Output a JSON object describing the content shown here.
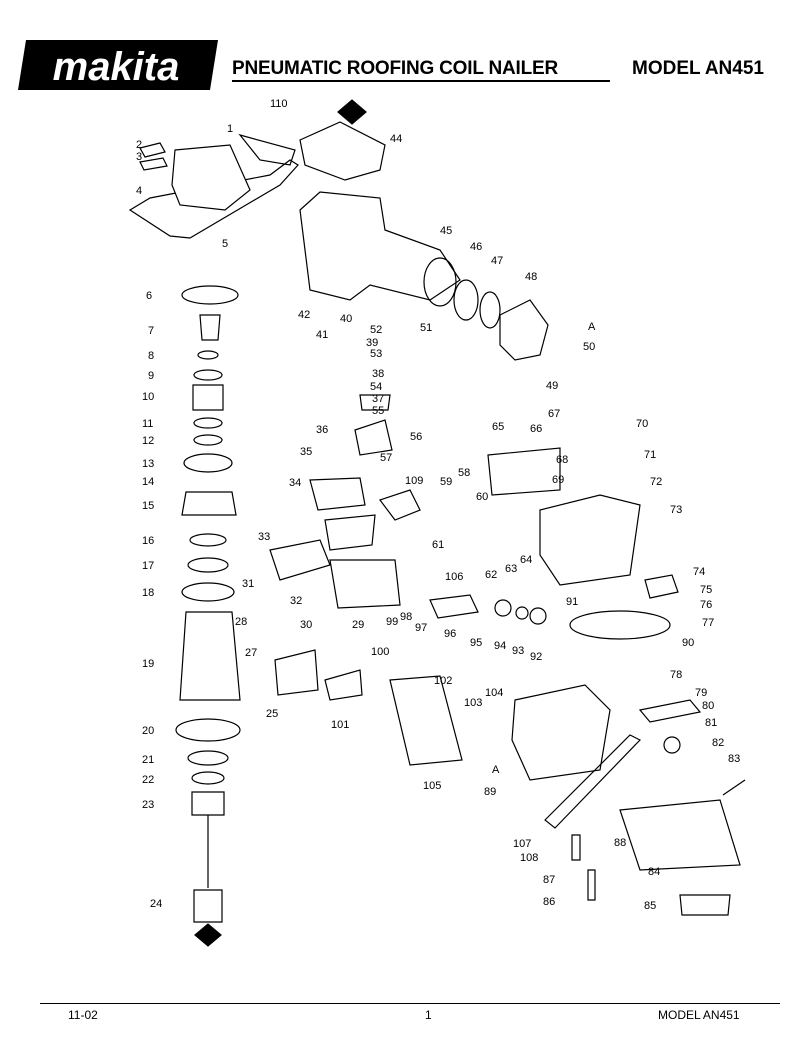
{
  "header": {
    "brand": "makita",
    "title": "PNEUMATIC ROOFING COIL NAILER",
    "model": "MODEL AN451"
  },
  "diagram": {
    "view_marker": "A",
    "part_numbers": [
      "1",
      "2",
      "3",
      "4",
      "5",
      "6",
      "7",
      "8",
      "9",
      "10",
      "11",
      "12",
      "13",
      "14",
      "15",
      "16",
      "17",
      "18",
      "19",
      "20",
      "21",
      "22",
      "23",
      "24",
      "25",
      "27",
      "28",
      "29",
      "30",
      "31",
      "32",
      "33",
      "34",
      "35",
      "36",
      "37",
      "38",
      "39",
      "40",
      "41",
      "42",
      "44",
      "45",
      "46",
      "47",
      "48",
      "49",
      "50",
      "51",
      "52",
      "53",
      "54",
      "55",
      "56",
      "57",
      "58",
      "59",
      "60",
      "61",
      "62",
      "63",
      "64",
      "65",
      "66",
      "67",
      "68",
      "69",
      "70",
      "71",
      "72",
      "73",
      "74",
      "75",
      "76",
      "77",
      "78",
      "79",
      "80",
      "81",
      "82",
      "83",
      "84",
      "85",
      "86",
      "87",
      "88",
      "89",
      "90",
      "91",
      "92",
      "93",
      "94",
      "95",
      "96",
      "97",
      "98",
      "99",
      "100",
      "101",
      "102",
      "103",
      "104",
      "105",
      "106",
      "107",
      "108",
      "109",
      "110"
    ]
  },
  "footer": {
    "date": "11-02",
    "page": "1",
    "model": "MODEL  AN451"
  }
}
